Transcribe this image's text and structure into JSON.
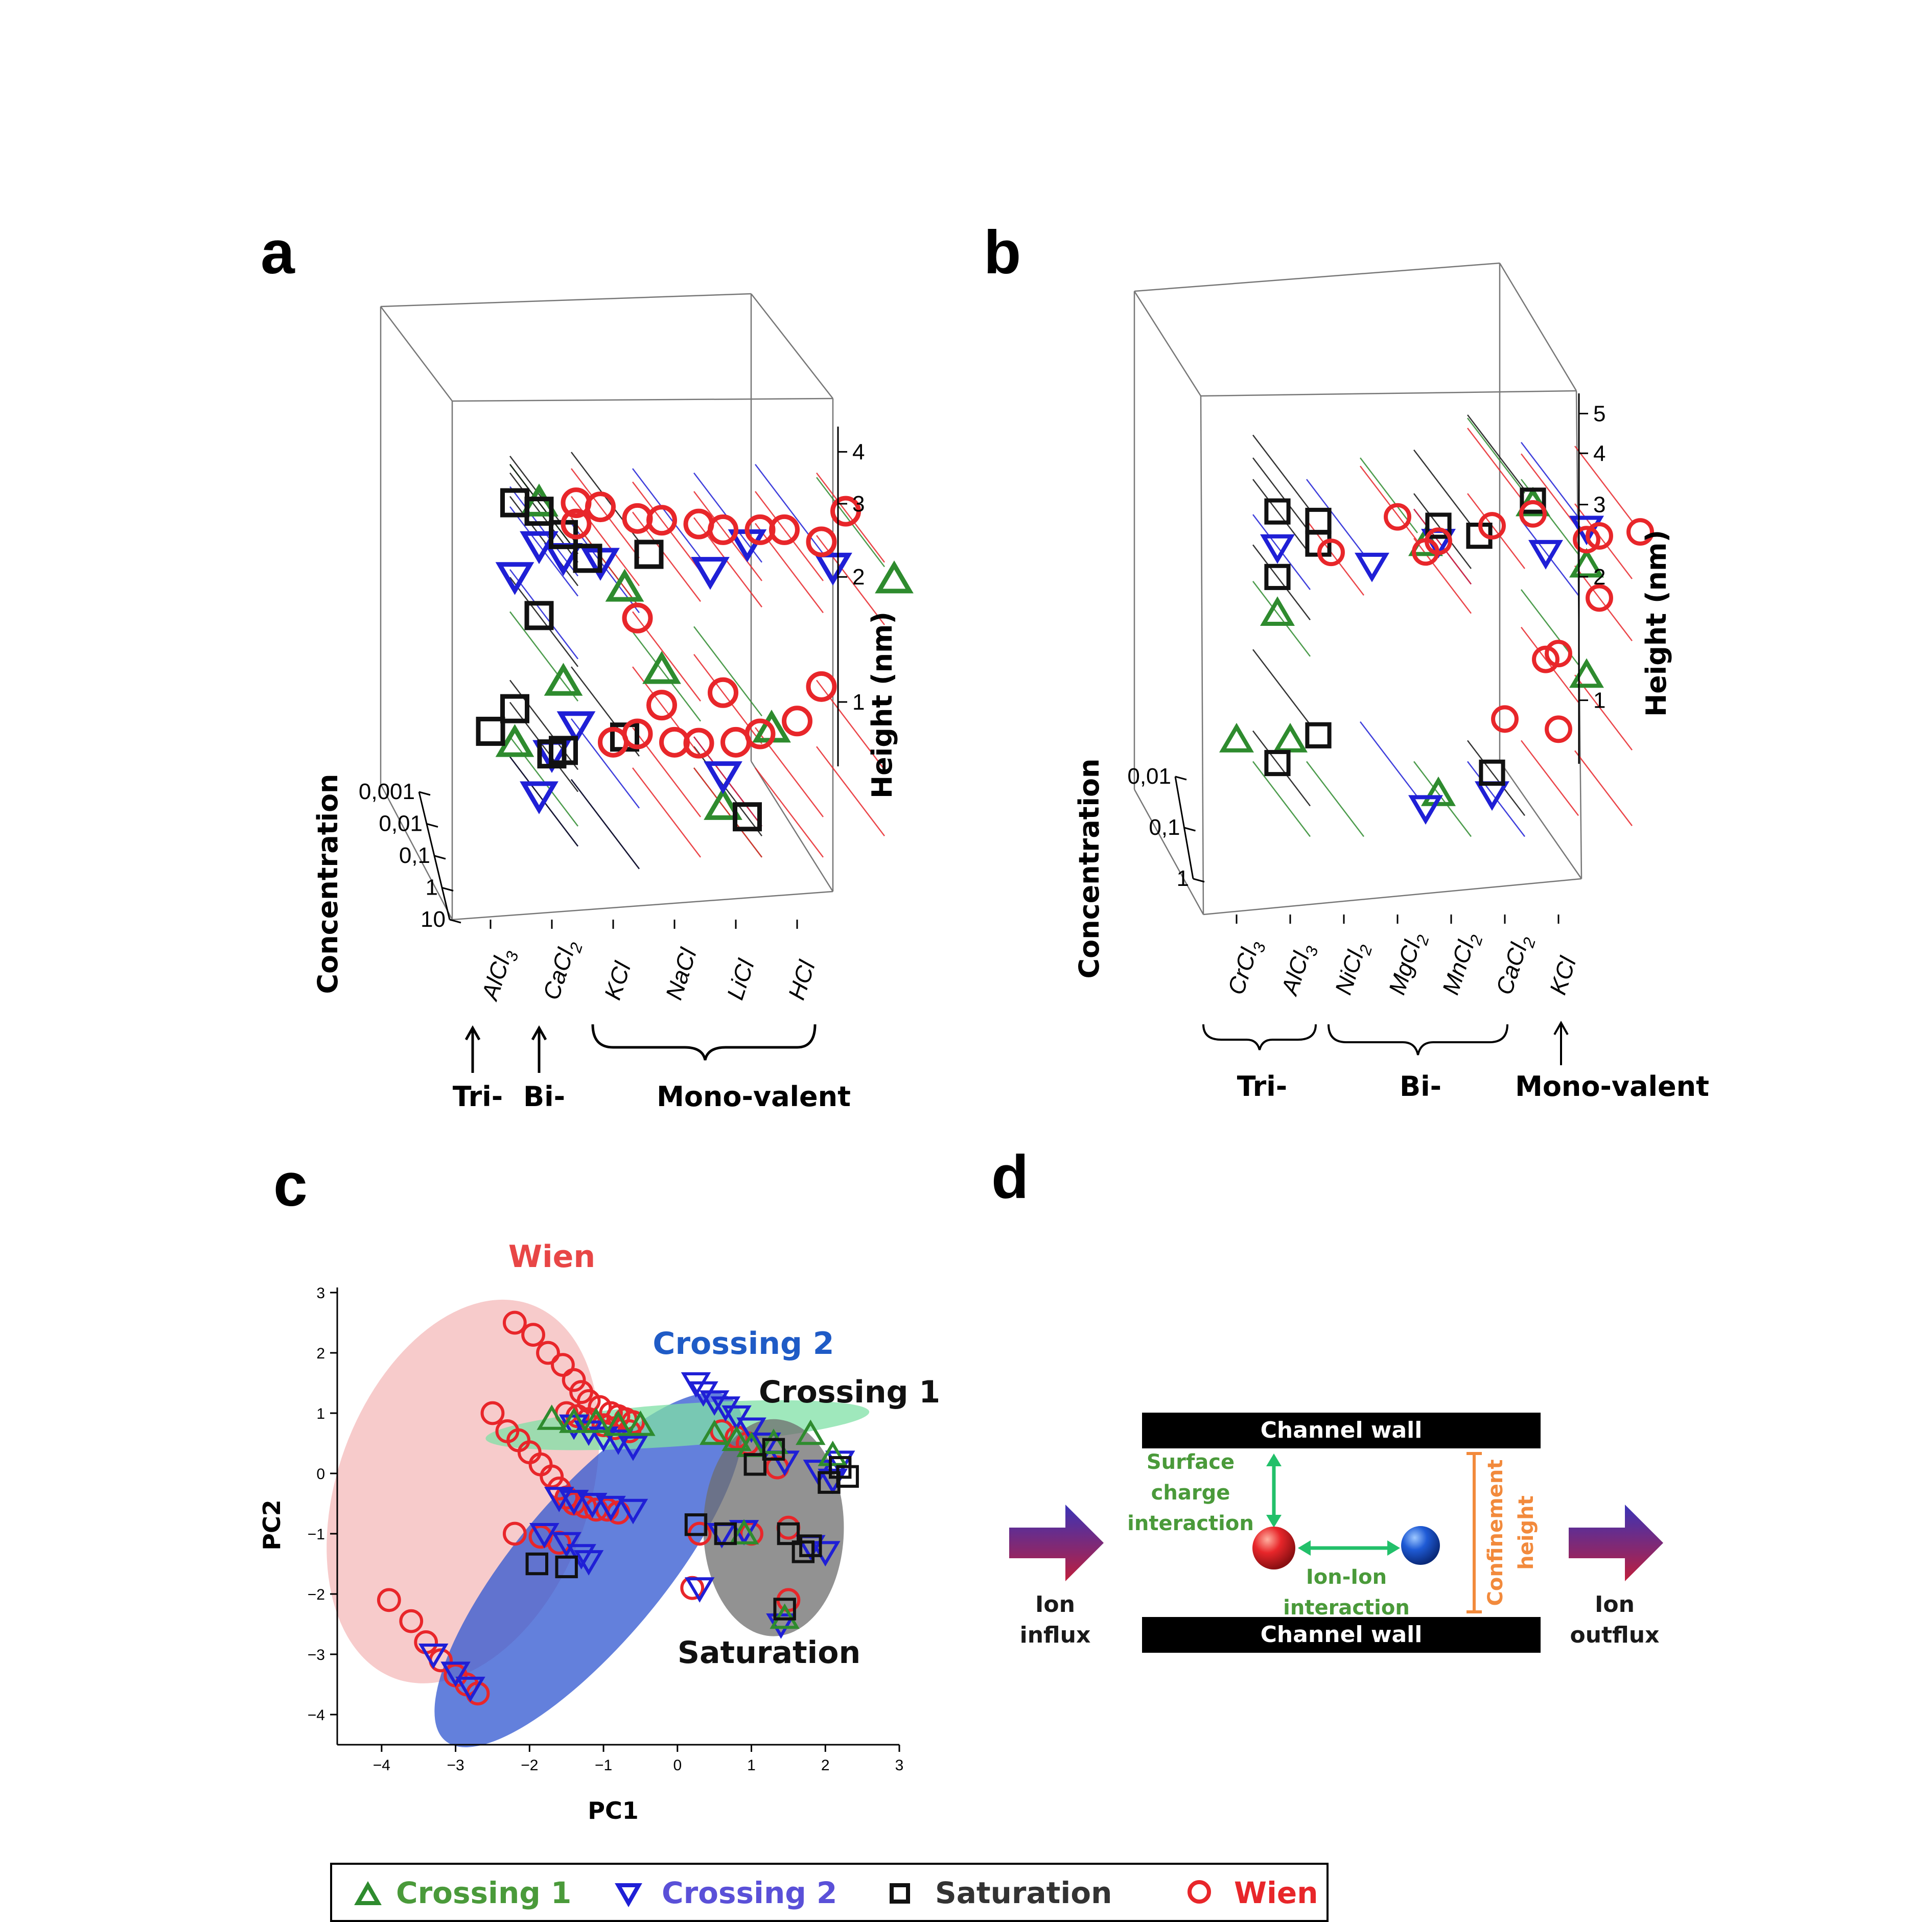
{
  "panels": {
    "a": "a",
    "b": "b",
    "c": "c",
    "d": "d"
  },
  "colors": {
    "crossing1": "#2e8b2e",
    "crossing2": "#1f1fd6",
    "saturation": "#111111",
    "wien": "#e8262a"
  },
  "panel_a": {
    "height_axis_title": "Height (nm)",
    "concentration_axis_title": "Concentration",
    "height_ticks": [
      "1",
      "2",
      "3",
      "4"
    ],
    "concentration_ticks": [
      "0,001",
      "0,01",
      "0,1",
      "1",
      "10"
    ],
    "groups": {
      "tri": "Tri-",
      "bi": "Bi-",
      "mono": "Mono-valent"
    }
  },
  "panel_b": {
    "height_axis_title": "Height (nm)",
    "concentration_axis_title": "Concentration",
    "height_ticks": [
      "1",
      "2",
      "3",
      "4",
      "5"
    ],
    "concentration_ticks": [
      "0,01",
      "0,1",
      "1"
    ],
    "groups": {
      "tri": "Tri-",
      "bi": "Bi-",
      "mono": "Mono-valent"
    }
  },
  "panel_c": {
    "xlabel": "PC1",
    "ylabel": "PC2",
    "cluster_labels": {
      "wien": "Wien",
      "crossing2": "Crossing 2",
      "crossing1": "Crossing 1",
      "saturation": "Saturation"
    }
  },
  "panel_d": {
    "wall_top": "Channel wall",
    "wall_bottom": "Channel wall",
    "surface_line1": "Surface",
    "surface_line2": "charge",
    "surface_line3": "interaction",
    "ionion_line1": "Ion-Ion",
    "ionion_line2": "interaction",
    "confinement_line1": "Confinement",
    "confinement_line2": "height",
    "influx_line1": "Ion",
    "influx_line2": "influx",
    "outflux_line1": "Ion",
    "outflux_line2": "outflux"
  },
  "legend": {
    "crossing1": "Crossing 1",
    "crossing2": "Crossing 2",
    "saturation": "Saturation",
    "wien": "Wien"
  },
  "chart_data": [
    {
      "panel": "a",
      "type": "scatter",
      "title": "",
      "categories": [
        "AlCl3",
        "CaCl2",
        "KCl",
        "NaCl",
        "LiCl",
        "HCl"
      ],
      "category_valence": [
        "Tri-",
        "Bi-",
        "Mono-valent",
        "Mono-valent",
        "Mono-valent",
        "Mono-valent"
      ],
      "zlabel": "Height (nm)",
      "ylabel": "Concentration",
      "zticks": [
        1,
        2,
        3,
        4
      ],
      "yticks": [
        "0,001",
        "0,01",
        "0,1",
        "1",
        "10"
      ],
      "series": [
        {
          "name": "Crossing 1",
          "marker": "triangle-up",
          "color": "#2e8b2e",
          "points": [
            [
              "AlCl3",
              0.1,
              4.3
            ],
            [
              "AlCl3",
              0.01,
              1.9
            ],
            [
              "AlCl3",
              1,
              0.95
            ],
            [
              "CaCl2",
              0.01,
              3.2
            ],
            [
              "KCl",
              0.1,
              1.7
            ],
            [
              "NaCl",
              0.001,
              1.75
            ],
            [
              "NaCl",
              0.1,
              0.8
            ],
            [
              "HCl",
              0.001,
              4.0
            ]
          ]
        },
        {
          "name": "Crossing 2",
          "marker": "triangle-down",
          "color": "#1f1fd6",
          "points": [
            [
              "AlCl3",
              0.01,
              3.8
            ],
            [
              "AlCl3",
              0.1,
              3.4
            ],
            [
              "AlCl3",
              1,
              2.4
            ],
            [
              "AlCl3",
              0.1,
              0.85
            ],
            [
              "CaCl2",
              0.1,
              3.1
            ],
            [
              "CaCl2",
              1,
              1.05
            ],
            [
              "CaCl2",
              10,
              0.75
            ],
            [
              "KCl",
              0.001,
              4.2
            ],
            [
              "NaCl",
              0.01,
              4.1
            ],
            [
              "NaCl",
              0.1,
              0.95
            ],
            [
              "LiCl",
              0.001,
              4.3
            ]
          ]
        },
        {
          "name": "Saturation",
          "marker": "square",
          "color": "#111111",
          "points": [
            [
              "AlCl3",
              0.001,
              4.5
            ],
            [
              "AlCl3",
              0.01,
              4.3
            ],
            [
              "AlCl3",
              0.1,
              4.1
            ],
            [
              "AlCl3",
              1,
              3.6
            ],
            [
              "AlCl3",
              0.1,
              2.3
            ],
            [
              "AlCl3",
              0.01,
              1.3
            ],
            [
              "AlCl3",
              1,
              1.15
            ],
            [
              "AlCl3",
              10,
              0.85
            ],
            [
              "CaCl2",
              0.001,
              4.6
            ],
            [
              "CaCl2",
              0.01,
              1.4
            ],
            [
              "CaCl2",
              10,
              0.75
            ],
            [
              "NaCl",
              0.01,
              0.9
            ]
          ]
        },
        {
          "name": "Wien",
          "marker": "circle",
          "color": "#e8262a",
          "points": [
            [
              "CaCl2",
              0.1,
              4.2
            ],
            [
              "CaCl2",
              1,
              3.6
            ],
            [
              "CaCl2",
              1,
              3.2
            ],
            [
              "KCl",
              0.1,
              3.9
            ],
            [
              "KCl",
              1,
              3.3
            ],
            [
              "KCl",
              1,
              1.9
            ],
            [
              "KCl",
              0.1,
              1.4
            ],
            [
              "KCl",
              1,
              1.0
            ],
            [
              "KCl",
              10,
              0.8
            ],
            [
              "NaCl",
              0.1,
              3.7
            ],
            [
              "NaCl",
              1,
              3.2
            ],
            [
              "NaCl",
              0.1,
              1.5
            ],
            [
              "NaCl",
              1,
              0.95
            ],
            [
              "NaCl",
              10,
              0.8
            ],
            [
              "LiCl",
              0.1,
              3.7
            ],
            [
              "LiCl",
              1,
              3.1
            ],
            [
              "LiCl",
              1,
              1.0
            ],
            [
              "LiCl",
              10,
              0.8
            ],
            [
              "HCl",
              0.1,
              4.1
            ],
            [
              "HCl",
              1,
              2.9
            ],
            [
              "HCl",
              1,
              1.3
            ],
            [
              "HCl",
              10,
              0.9
            ]
          ]
        }
      ]
    },
    {
      "panel": "b",
      "type": "scatter",
      "title": "",
      "categories": [
        "CrCl3",
        "AlCl3",
        "NiCl2",
        "MgCl2",
        "MnCl2",
        "CaCl2",
        "KCl"
      ],
      "category_valence": [
        "Tri-",
        "Tri-",
        "Bi-",
        "Bi-",
        "Bi-",
        "Bi-",
        "Mono-valent"
      ],
      "zlabel": "Height (nm)",
      "ylabel": "Concentration",
      "zticks": [
        1,
        2,
        3,
        4,
        5
      ],
      "yticks": [
        "0,01",
        "0,1",
        "1"
      ],
      "series": [
        {
          "name": "Crossing 1",
          "marker": "triangle-up",
          "color": "#2e8b2e",
          "points": [
            [
              "CrCl3",
              1,
              0.8
            ],
            [
              "CrCl3",
              0.1,
              2.2
            ],
            [
              "AlCl3",
              1,
              0.8
            ],
            [
              "NiCl2",
              0.01,
              4.4
            ],
            [
              "MgCl2",
              0.1,
              0.8
            ],
            [
              "MnCl2",
              0.01,
              5.5
            ],
            [
              "CaCl2",
              0.01,
              2.1
            ],
            [
              "CaCl2",
              0.01,
              3.9
            ]
          ]
        },
        {
          "name": "Crossing 2",
          "marker": "triangle-down",
          "color": "#1f1fd6",
          "points": [
            [
              "CrCl3",
              0.1,
              3.2
            ],
            [
              "AlCl3",
              0.01,
              3.9
            ],
            [
              "NiCl2",
              0.01,
              1.0
            ],
            [
              "MgCl2",
              0.1,
              3.3
            ],
            [
              "MnCl2",
              0.1,
              0.8
            ],
            [
              "CaCl2",
              0.01,
              4.8
            ],
            [
              "CaCl2",
              0.1,
              3.1
            ]
          ]
        },
        {
          "name": "Saturation",
          "marker": "square",
          "color": "#111111",
          "points": [
            [
              "CrCl3",
              0.01,
              5.0
            ],
            [
              "CrCl3",
              0.01,
              4.4
            ],
            [
              "CrCl3",
              0.1,
              3.9
            ],
            [
              "CrCl3",
              0.1,
              2.7
            ],
            [
              "CrCl3",
              0.01,
              1.5
            ],
            [
              "CrCl3",
              0.1,
              0.95
            ],
            [
              "MgCl2",
              0.01,
              4.6
            ],
            [
              "MgCl2",
              0.1,
              3.6
            ],
            [
              "MnCl2",
              0.01,
              5.6
            ],
            [
              "MnCl2",
              0.1,
              0.9
            ]
          ]
        },
        {
          "name": "Wien",
          "marker": "circle",
          "color": "#e8262a",
          "points": [
            [
              "AlCl3",
              0.1,
              3.1
            ],
            [
              "NiCl2",
              0.01,
              4.2
            ],
            [
              "MgCl2",
              0.1,
              3.3
            ],
            [
              "MgCl2",
              1,
              2.8
            ],
            [
              "MnCl2",
              0.01,
              5.2
            ],
            [
              "MnCl2",
              0.1,
              3.6
            ],
            [
              "CaCl2",
              0.01,
              4.5
            ],
            [
              "CaCl2",
              0.1,
              1.7
            ],
            [
              "CaCl2",
              1,
              0.9
            ],
            [
              "KCl",
              0.01,
              4.7
            ],
            [
              "KCl",
              0.1,
              3.4
            ],
            [
              "KCl",
              0.1,
              2.4
            ],
            [
              "KCl",
              1,
              1.3
            ],
            [
              "KCl",
              1,
              0.85
            ]
          ]
        }
      ]
    },
    {
      "panel": "c",
      "type": "scatter",
      "title": "",
      "xlabel": "PC1",
      "ylabel": "PC2",
      "xlim": [
        -4.6,
        3
      ],
      "ylim": [
        -4.5,
        3
      ],
      "xticks": [
        -4,
        -3,
        -2,
        -1,
        0,
        1,
        2,
        3
      ],
      "yticks": [
        -4,
        -3,
        -2,
        -1,
        0,
        1,
        2,
        3
      ],
      "clusters": [
        {
          "name": "Wien",
          "color": "#f4b9b9",
          "center": [
            -2.9,
            -0.3
          ],
          "rx": 1.7,
          "ry": 3.3,
          "angle": 20
        },
        {
          "name": "Crossing 2",
          "color": "#2f56d0",
          "center": [
            -1.2,
            -1.6
          ],
          "rx": 1.0,
          "ry": 3.7,
          "angle": 40
        },
        {
          "name": "Crossing 1",
          "color": "#7fe0a6",
          "center": [
            0.0,
            0.8
          ],
          "rx": 2.6,
          "ry": 0.35,
          "angle": -4
        },
        {
          "name": "Saturation",
          "color": "#6e6e6e",
          "center": [
            1.3,
            -0.9
          ],
          "rx": 0.95,
          "ry": 1.8,
          "angle": 0
        }
      ],
      "series": [
        {
          "name": "Wien",
          "marker": "circle",
          "color": "#e8262a",
          "x": [
            -2.2,
            -1.95,
            -1.75,
            -1.55,
            -1.4,
            -1.3,
            -1.2,
            -1.05,
            -0.9,
            -0.8,
            -0.7,
            -0.6,
            -1.5,
            -1.35,
            -1.2,
            -1.0,
            -0.85,
            -0.65,
            -2.5,
            -2.3,
            -2.15,
            -2.0,
            -1.85,
            -1.7,
            -1.6,
            -1.5,
            -1.4,
            -1.25,
            -1.1,
            -0.95,
            -0.8,
            -2.2,
            -1.85,
            -1.6,
            -3.9,
            -3.6,
            -3.4,
            -3.2,
            -3.0,
            -2.85,
            -2.7,
            0.2,
            0.6,
            0.95,
            1.35,
            1.5,
            1.0,
            1.5,
            0.3,
            0.8
          ],
          "y": [
            2.5,
            2.3,
            2.0,
            1.8,
            1.55,
            1.35,
            1.2,
            1.1,
            1.0,
            0.95,
            0.9,
            0.85,
            1.0,
            0.95,
            0.9,
            0.8,
            0.75,
            0.7,
            1.0,
            0.7,
            0.55,
            0.35,
            0.15,
            -0.05,
            -0.25,
            -0.4,
            -0.5,
            -0.55,
            -0.6,
            -0.6,
            -0.65,
            -1.0,
            -1.05,
            -1.15,
            -2.1,
            -2.45,
            -2.8,
            -3.1,
            -3.35,
            -3.5,
            -3.65,
            -1.9,
            0.7,
            0.5,
            0.1,
            -0.9,
            -1.0,
            -2.1,
            -1.0,
            0.6
          ],
          "note_count": 50
        },
        {
          "name": "Crossing 2",
          "marker": "triangle-down",
          "color": "#1f1fd6",
          "x": [
            -1.4,
            -1.2,
            -1.0,
            -0.8,
            -0.6,
            -1.6,
            -1.4,
            -1.15,
            -0.9,
            -0.6,
            -1.8,
            -1.5,
            -1.3,
            -1.2,
            -3.3,
            -3.0,
            -2.8,
            0.25,
            0.35,
            0.5,
            0.65,
            0.8,
            1.0,
            1.2,
            1.45,
            1.9,
            2.1,
            2.2,
            0.6,
            0.9,
            1.8,
            2.0,
            0.3,
            1.4
          ],
          "y": [
            0.8,
            0.7,
            0.6,
            0.55,
            0.45,
            -0.4,
            -0.45,
            -0.5,
            -0.55,
            -0.6,
            -1.0,
            -1.15,
            -1.35,
            -1.45,
            -3.0,
            -3.3,
            -3.55,
            1.5,
            1.35,
            1.2,
            1.1,
            0.95,
            0.75,
            0.5,
            0.2,
            0.05,
            -0.1,
            0.2,
            -1.0,
            -0.95,
            -1.2,
            -1.3,
            -1.9,
            -2.5
          ],
          "note_count": 34
        },
        {
          "name": "Crossing 1",
          "marker": "triangle-up",
          "color": "#2e8b2e",
          "x": [
            -1.7,
            -1.4,
            -1.1,
            -0.8,
            -0.5,
            0.5,
            0.8,
            1.0,
            1.3,
            1.8,
            2.1,
            0.9,
            1.45
          ],
          "y": [
            0.9,
            0.85,
            0.85,
            0.8,
            0.8,
            0.65,
            0.55,
            0.45,
            0.5,
            0.65,
            0.3,
            -1.0,
            -2.4
          ],
          "note_count": 13
        },
        {
          "name": "Saturation",
          "marker": "square",
          "color": "#111111",
          "x": [
            -1.9,
            -1.5,
            0.25,
            0.65,
            1.05,
            1.5,
            1.8,
            2.05,
            2.2,
            2.3,
            1.3,
            1.45,
            1.7
          ],
          "y": [
            -1.5,
            -1.55,
            -0.85,
            -1.0,
            0.15,
            -1.0,
            -1.2,
            -0.15,
            0.1,
            -0.05,
            0.4,
            -2.25,
            -1.3
          ],
          "note_count": 13
        }
      ]
    }
  ]
}
